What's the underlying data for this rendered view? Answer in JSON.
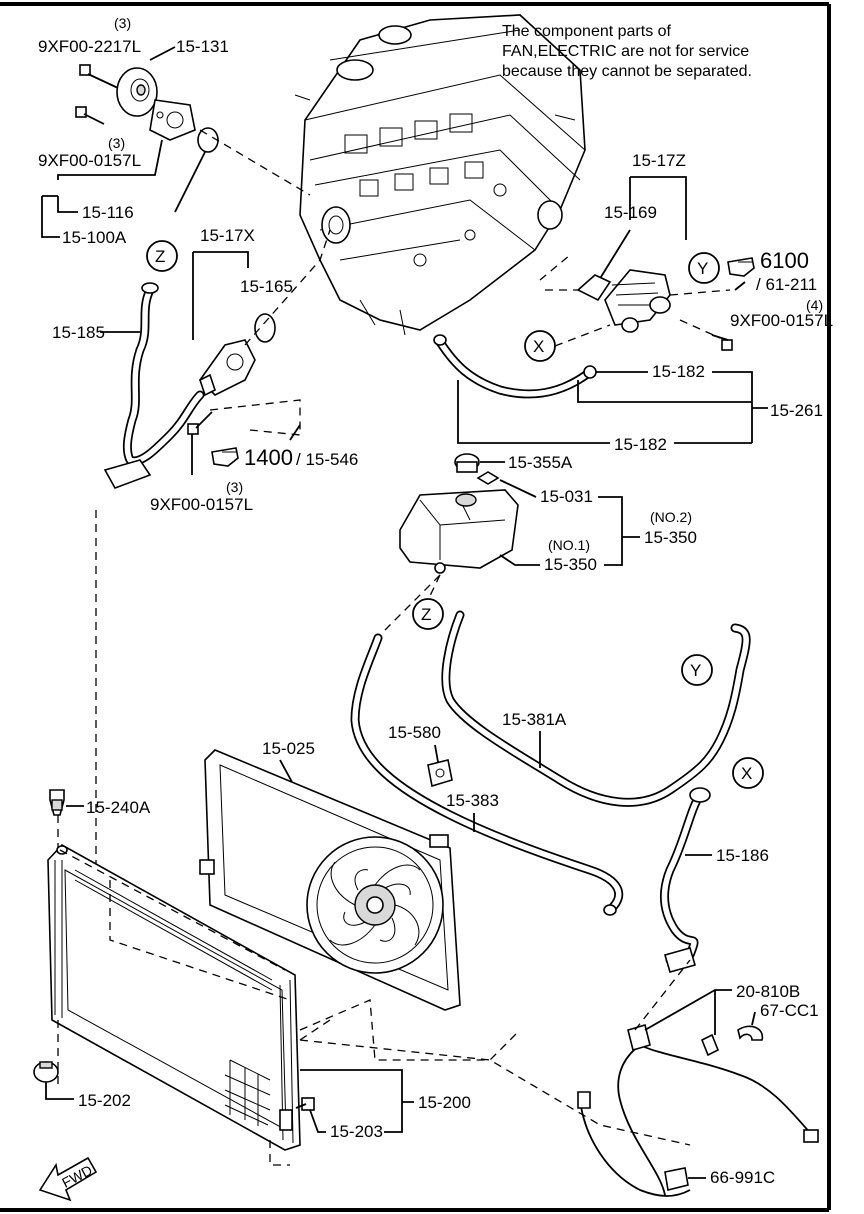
{
  "note": {
    "line1": "The component parts of",
    "line2": "FAN,ELECTRIC are not for service",
    "line3": "because they cannot be separated."
  },
  "labels": {
    "p9xf00_2217l": "9XF00-2217L",
    "q3_top": "(3)",
    "p15_131": "15-131",
    "q3_mid": "(3)",
    "p9xf00_0157l_a": "9XF00-0157L",
    "p15_116": "15-116",
    "p15_100a": "15-100A",
    "p15_17x": "15-17X",
    "p15_165": "15-165",
    "p15_185": "15-185",
    "ref_1400": "1400",
    "ref_15_546": "/ 15-546",
    "q3_bot": "(3)",
    "p9xf00_0157l_b": "9XF00-0157L",
    "p15_17z": "15-17Z",
    "p15_169": "15-169",
    "ref_6100": "6100",
    "ref_61_211": "/ 61-211",
    "q4": "(4)",
    "p9xf00_0157l_c": "9XF00-0157L",
    "p15_182_a": "15-182",
    "p15_261": "15-261",
    "p15_182_b": "15-182",
    "p15_355a": "15-355A",
    "p15_031": "15-031",
    "no2": "(NO.2)",
    "p15_350_a": "15-350",
    "no1": "(NO.1)",
    "p15_350_b": "15-350",
    "p15_381a": "15-381A",
    "p15_580": "15-580",
    "p15_383": "15-383",
    "p15_025": "15-025",
    "p15_240a": "15-240A",
    "p15_186": "15-186",
    "p20_810b": "20-810B",
    "p67_cc1": "67-CC1",
    "p15_202": "15-202",
    "p15_203": "15-203",
    "p15_200": "15-200",
    "p66_991c": "66-991C",
    "fwd": "FWD"
  },
  "callouts": {
    "z_top": "Z",
    "y_top": "Y",
    "x_top": "X",
    "z_bot": "Z",
    "y_bot": "Y",
    "x_bot": "X"
  },
  "icons": [
    "hand-pointer-icon",
    "hand-pointer-icon",
    "fwd-arrow-icon"
  ],
  "colors": {
    "ink": "#000000",
    "paper": "#ffffff"
  }
}
